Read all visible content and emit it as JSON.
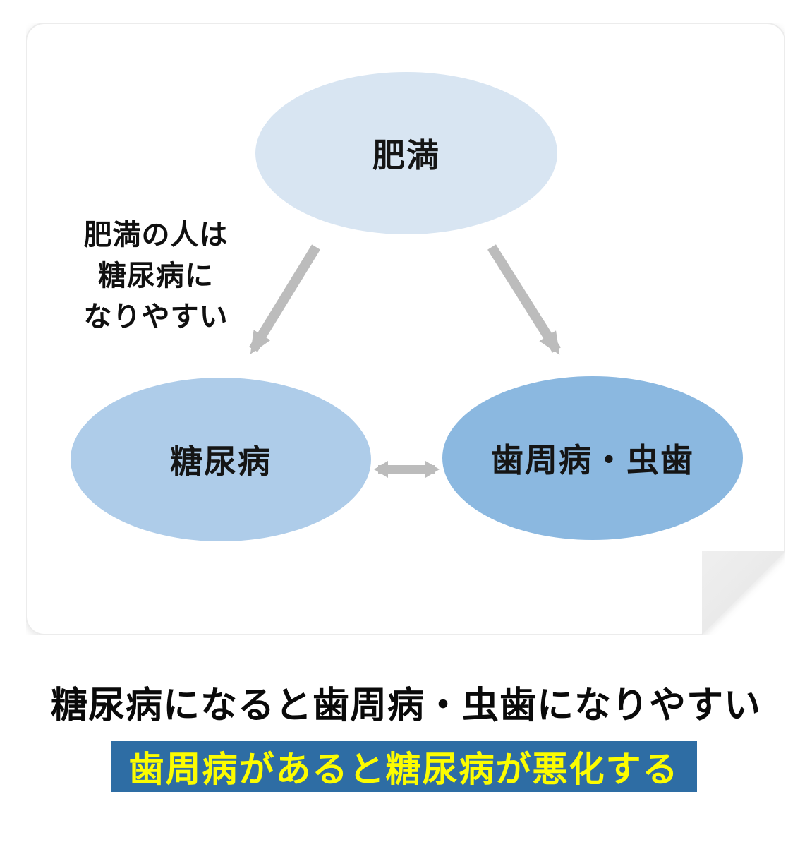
{
  "diagram": {
    "nodes": {
      "obesity": {
        "label": "肥満",
        "fill": "#d8e5f2"
      },
      "diabetes": {
        "label": "糖尿病",
        "fill": "#aecce9"
      },
      "periodontal": {
        "label": "歯周病・虫歯",
        "fill": "#8bb8e0"
      }
    },
    "side_note": {
      "lines": [
        "肥満の人は",
        "糖尿病に",
        "なりやすい"
      ]
    },
    "arrow_color": "#bcbcbc",
    "card": {
      "background": "#ffffff",
      "border_color": "#ececec",
      "fold_color": "#e9e9e9"
    }
  },
  "captions": {
    "main": "糖尿病になると歯周病・虫歯になりやすい",
    "highlight": {
      "text": "歯周病があると糖尿病が悪化する",
      "bg": "#2e6da4",
      "color": "#fcfc00"
    }
  }
}
